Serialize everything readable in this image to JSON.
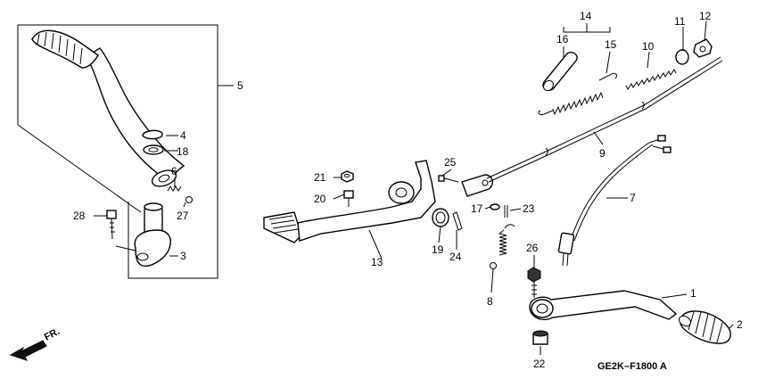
{
  "diagram": {
    "figure_code": "GE2K–F1800 A",
    "direction_label": "FR.",
    "callouts": [
      {
        "id": "c1",
        "text": "1"
      },
      {
        "id": "c2",
        "text": "2"
      },
      {
        "id": "c3",
        "text": "3"
      },
      {
        "id": "c4",
        "text": "4"
      },
      {
        "id": "c5",
        "text": "5"
      },
      {
        "id": "c6",
        "text": "6"
      },
      {
        "id": "c7",
        "text": "7"
      },
      {
        "id": "c8",
        "text": "8"
      },
      {
        "id": "c9",
        "text": "9"
      },
      {
        "id": "c10",
        "text": "10"
      },
      {
        "id": "c11",
        "text": "11"
      },
      {
        "id": "c12",
        "text": "12"
      },
      {
        "id": "c13",
        "text": "13"
      },
      {
        "id": "c14",
        "text": "14"
      },
      {
        "id": "c15",
        "text": "15"
      },
      {
        "id": "c16",
        "text": "16"
      },
      {
        "id": "c17",
        "text": "17"
      },
      {
        "id": "c18",
        "text": "18"
      },
      {
        "id": "c19",
        "text": "19"
      },
      {
        "id": "c20",
        "text": "20"
      },
      {
        "id": "c21",
        "text": "21"
      },
      {
        "id": "c22",
        "text": "22"
      },
      {
        "id": "c23",
        "text": "23"
      },
      {
        "id": "c24",
        "text": "24"
      },
      {
        "id": "c25",
        "text": "25"
      },
      {
        "id": "c26",
        "text": "26"
      },
      {
        "id": "c27",
        "text": "27"
      },
      {
        "id": "c28",
        "text": "28"
      }
    ]
  }
}
